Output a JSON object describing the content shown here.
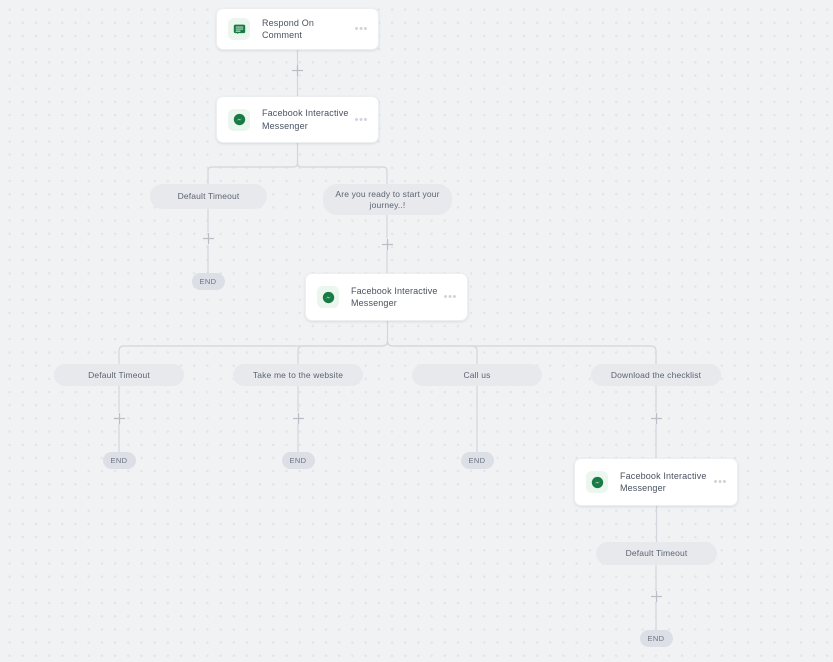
{
  "canvas": {
    "background_color": "#f1f2f4",
    "dot_color": "#e2e4e8",
    "wire_color": "#d3d6dc"
  },
  "theme": {
    "card_bg": "#ffffff",
    "icon_bg": "#eaf6ee",
    "icon_fg": "#197a44",
    "pill_bg": "#e7e9ed",
    "end_bg": "#dcdfe5",
    "text": "#4a5260",
    "pill_text": "#5c6472"
  },
  "nodes": [
    {
      "id": "n1",
      "title": "Respond On Comment",
      "icon": "comment-box-icon",
      "menu": "•••"
    },
    {
      "id": "n2",
      "title": "Facebook Interactive Messenger",
      "icon": "facebook-messenger-icon",
      "menu": "•••"
    },
    {
      "id": "n3",
      "title": "Facebook Interactive Messenger",
      "icon": "facebook-messenger-icon",
      "menu": "•••"
    },
    {
      "id": "n4",
      "title": "Facebook Interactive Messenger",
      "icon": "facebook-messenger-icon",
      "menu": "•••"
    }
  ],
  "branches": [
    {
      "id": "b1",
      "label": "Default Timeout"
    },
    {
      "id": "b2",
      "label": "Are you ready to start your journey..!"
    },
    {
      "id": "b3",
      "label": "Default Timeout"
    },
    {
      "id": "b4",
      "label": "Take me to the website"
    },
    {
      "id": "b5",
      "label": "Call us"
    },
    {
      "id": "b6",
      "label": "Download the checklist"
    },
    {
      "id": "b7",
      "label": "Default Timeout"
    }
  ],
  "terminals": [
    {
      "id": "e1",
      "label": "END"
    },
    {
      "id": "e2",
      "label": "END"
    },
    {
      "id": "e3",
      "label": "END"
    },
    {
      "id": "e4",
      "label": "END"
    },
    {
      "id": "e5",
      "label": "END"
    }
  ],
  "add_buttons": [
    {
      "id": "p1",
      "label": "+"
    },
    {
      "id": "p2",
      "label": "+"
    },
    {
      "id": "p3",
      "label": "+"
    },
    {
      "id": "p4",
      "label": "+"
    },
    {
      "id": "p5",
      "label": "+"
    },
    {
      "id": "p6",
      "label": "+"
    },
    {
      "id": "p7",
      "label": "+"
    }
  ]
}
